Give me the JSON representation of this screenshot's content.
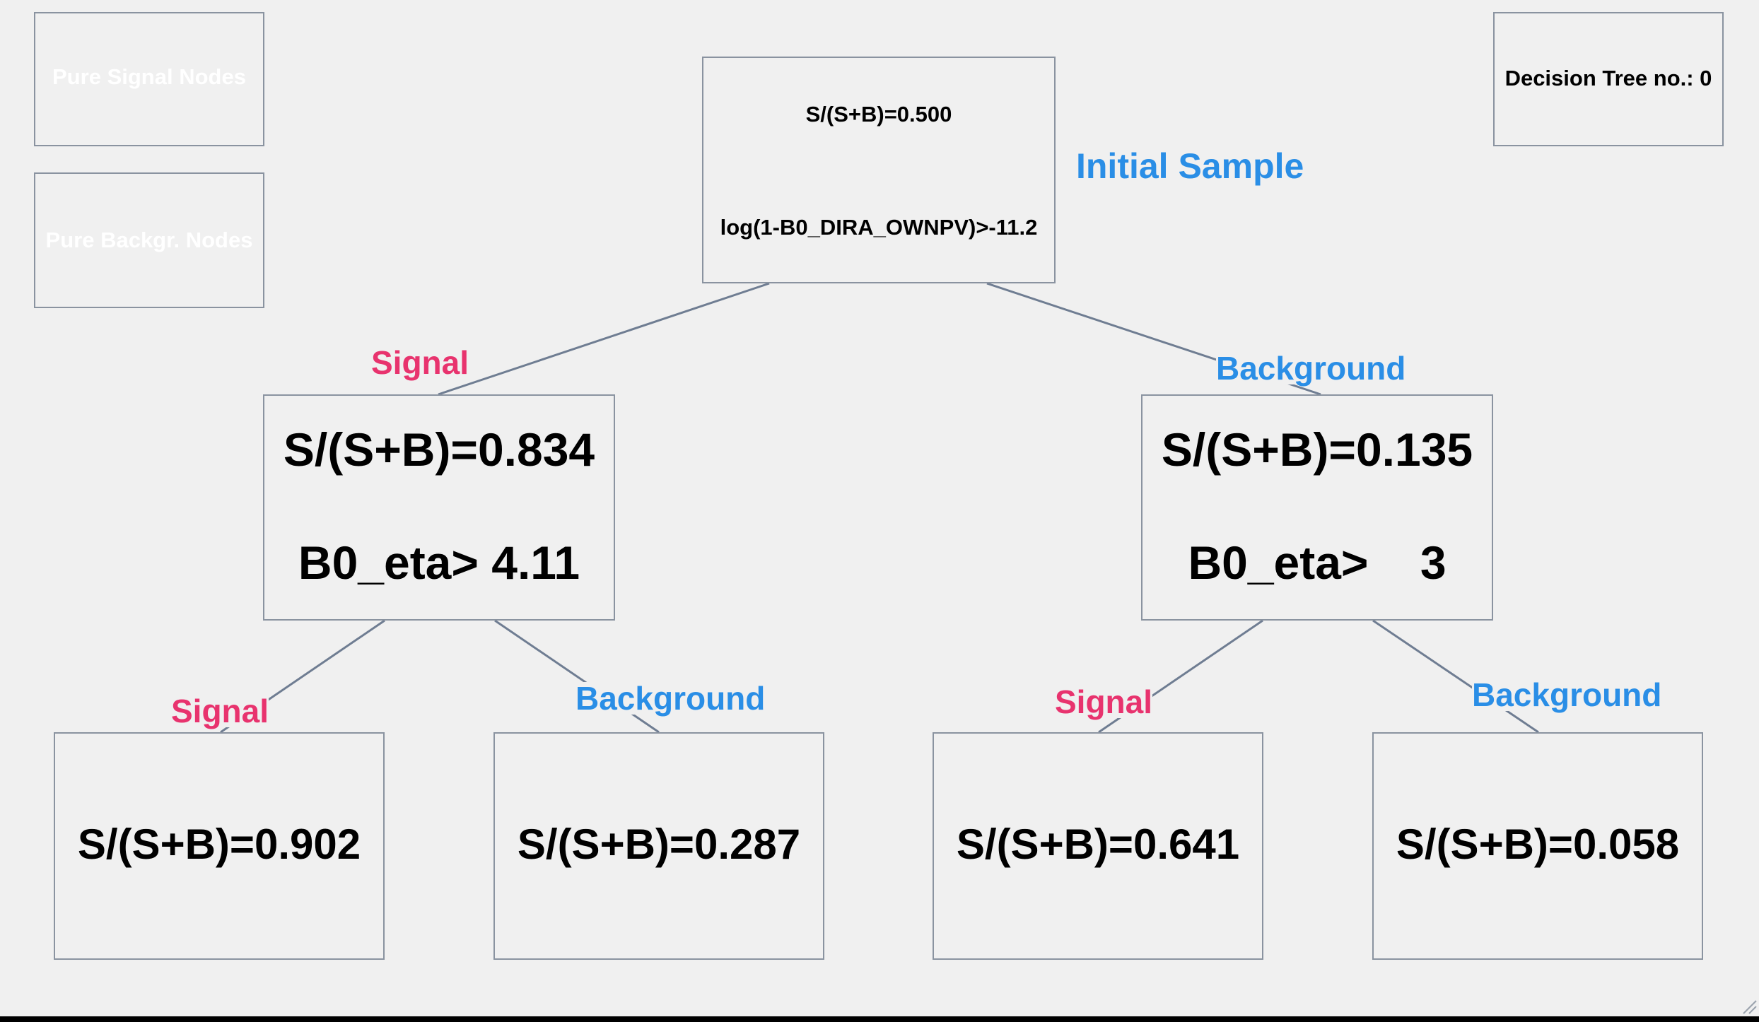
{
  "legend": {
    "signal_label": "Pure Signal Nodes",
    "background_label": "Pure Backgr. Nodes"
  },
  "tree_title": "Decision Tree no.: 0",
  "root": {
    "purity": "S/(S+B)=0.500",
    "cut": "log(1-B0_DIRA_OWNPV)>-11.2",
    "annotation": "Initial Sample"
  },
  "level1": [
    {
      "purity": "S/(S+B)=0.834",
      "cut": "B0_eta> 4.11",
      "branch": "Signal"
    },
    {
      "purity": "S/(S+B)=0.135",
      "cut": "B0_eta>    3",
      "branch": "Background"
    }
  ],
  "level2": [
    {
      "purity": "S/(S+B)=0.902",
      "branch": "Signal"
    },
    {
      "purity": "S/(S+B)=0.287",
      "branch": "Background"
    },
    {
      "purity": "S/(S+B)=0.641",
      "branch": "Signal"
    },
    {
      "purity": "S/(S+B)=0.058",
      "branch": "Background"
    }
  ],
  "colors": {
    "background": "#f0f0f0",
    "box_border": "#8a93a0",
    "edge": "#6f7d92",
    "signal_text": "#e8336e",
    "background_text": "#2a8ee6"
  }
}
